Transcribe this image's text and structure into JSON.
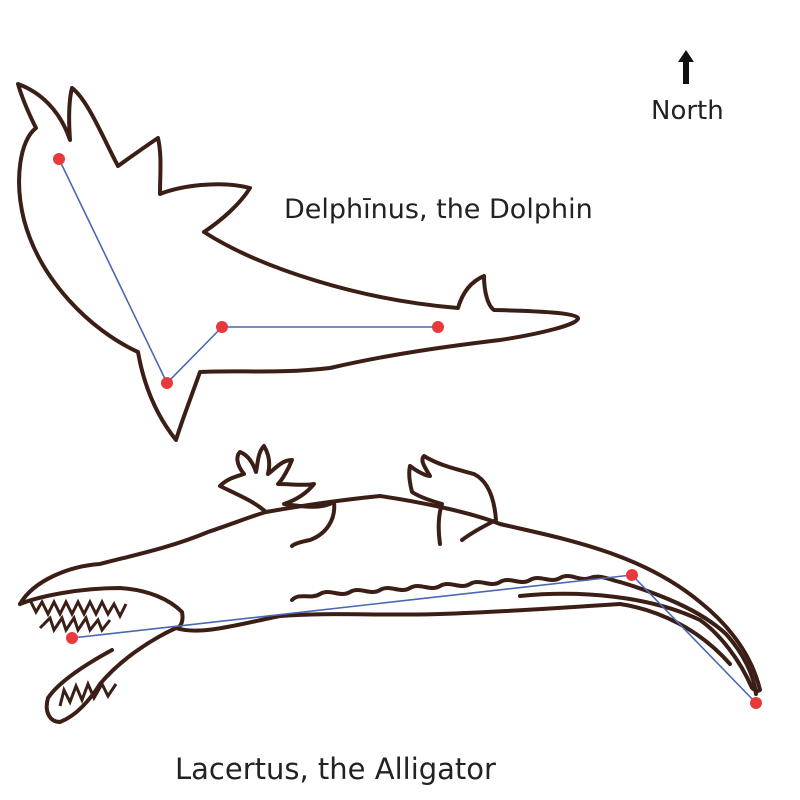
{
  "compass": {
    "label": "North",
    "icon": "arrow-up-icon"
  },
  "constellations": [
    {
      "id": "delphinus",
      "label": "Delphīnus, the Dolphin",
      "star_count": 4,
      "line_color": "#4a67b1",
      "star_color": "#e8393c"
    },
    {
      "id": "lacertus",
      "label": "Lacertus, the Alligator",
      "star_count": 3,
      "line_color": "#4a67b1",
      "star_color": "#e8393c"
    }
  ],
  "colors": {
    "outline": "#3b1f16",
    "background": "#ffffff"
  }
}
